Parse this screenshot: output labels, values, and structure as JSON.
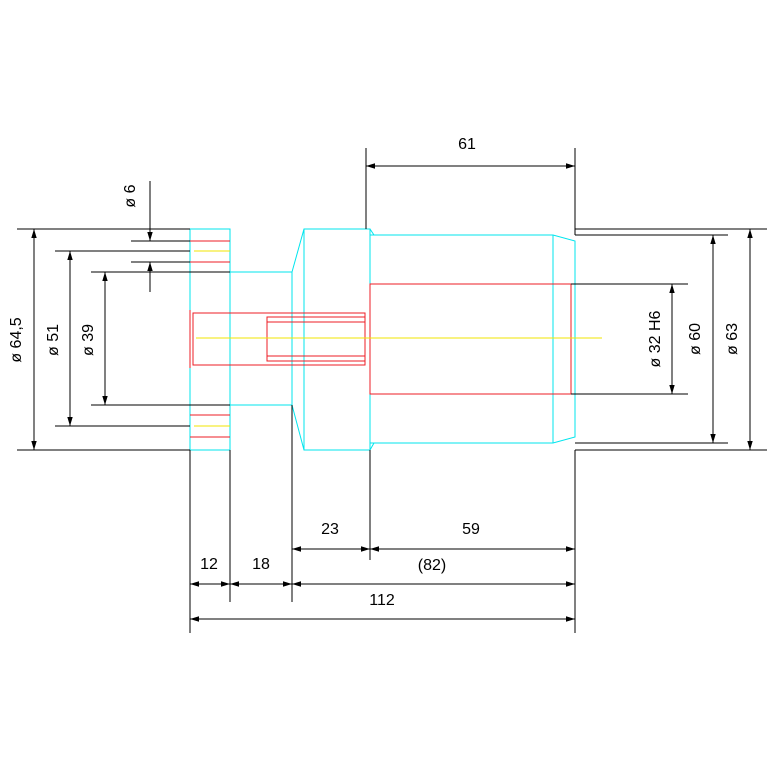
{
  "colors": {
    "outline": "#00e5ee",
    "bore": "#ee1c24",
    "centerline": "#f2e600",
    "dimension": "#000000"
  },
  "dimensions": {
    "d_6": "ø 6",
    "d_64_5": "ø 64,5",
    "d_51": "ø 51",
    "d_39": "ø 39",
    "d_32h6": "ø 32 H6",
    "d_60": "ø 60",
    "d_63": "ø 63",
    "len_61": "61",
    "len_23": "23",
    "len_59": "59",
    "len_82": "(82)",
    "len_12": "12",
    "len_18": "18",
    "len_112": "112"
  }
}
